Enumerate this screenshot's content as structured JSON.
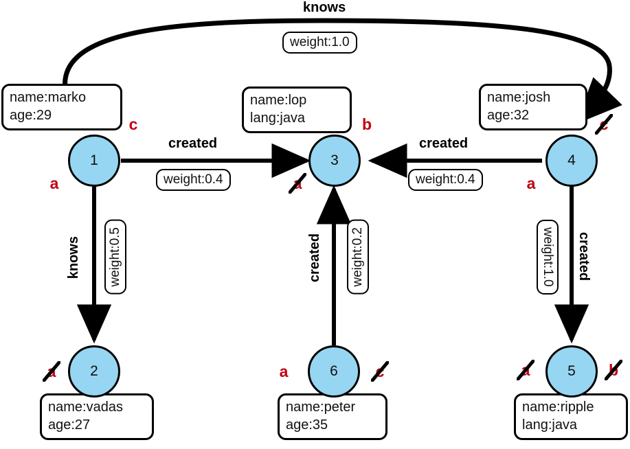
{
  "diagram": {
    "title": "tinkerpop-modern-graph-traversal",
    "colors": {
      "node_fill": "#97d6f2",
      "node_stroke": "#000000",
      "marker_red": "#c20012",
      "box_fill": "#ffffff",
      "edge_stroke": "#000000"
    },
    "vertices": [
      {
        "id": "v1",
        "label": "1",
        "properties": [
          "name:marko",
          "age:29"
        ]
      },
      {
        "id": "v2",
        "label": "2",
        "properties": [
          "name:vadas",
          "age:27"
        ]
      },
      {
        "id": "v3",
        "label": "3",
        "properties": [
          "name:lop",
          "lang:java"
        ]
      },
      {
        "id": "v4",
        "label": "4",
        "properties": [
          "name:josh",
          "age:32"
        ]
      },
      {
        "id": "v5",
        "label": "5",
        "properties": [
          "name:ripple",
          "lang:java"
        ]
      },
      {
        "id": "v6",
        "label": "6",
        "properties": [
          "name:peter",
          "age:35"
        ]
      }
    ],
    "edges": [
      {
        "id": "e_1_4",
        "from": "1",
        "to": "4",
        "label": "knows",
        "weight": "weight:1.0"
      },
      {
        "id": "e_1_2",
        "from": "1",
        "to": "2",
        "label": "knows",
        "weight": "weight:0.5"
      },
      {
        "id": "e_1_3",
        "from": "1",
        "to": "3",
        "label": "created",
        "weight": "weight:0.4"
      },
      {
        "id": "e_4_3",
        "from": "4",
        "to": "3",
        "label": "created",
        "weight": "weight:0.4"
      },
      {
        "id": "e_6_3",
        "from": "6",
        "to": "3",
        "label": "created",
        "weight": "weight:0.2"
      },
      {
        "id": "e_4_5",
        "from": "4",
        "to": "5",
        "label": "created",
        "weight": "weight:1.0"
      }
    ],
    "markers": [
      {
        "id": "m1",
        "letter": "c",
        "struck": false,
        "at_vertex": "1",
        "position": "upper-right"
      },
      {
        "id": "m2",
        "letter": "a",
        "struck": false,
        "at_vertex": "1",
        "position": "lower-left"
      },
      {
        "id": "m3",
        "letter": "b",
        "struck": false,
        "at_vertex": "3",
        "position": "upper-right"
      },
      {
        "id": "m4",
        "letter": "a",
        "struck": true,
        "at_vertex": "3",
        "position": "lower-left"
      },
      {
        "id": "m5",
        "letter": "c",
        "struck": true,
        "at_vertex": "4",
        "position": "upper-right"
      },
      {
        "id": "m6",
        "letter": "a",
        "struck": false,
        "at_vertex": "4",
        "position": "lower-left"
      },
      {
        "id": "m7",
        "letter": "a",
        "struck": true,
        "at_vertex": "2",
        "position": "left"
      },
      {
        "id": "m8",
        "letter": "a",
        "struck": false,
        "at_vertex": "6",
        "position": "left"
      },
      {
        "id": "m9",
        "letter": "c",
        "struck": true,
        "at_vertex": "6",
        "position": "right"
      },
      {
        "id": "m10",
        "letter": "a",
        "struck": true,
        "at_vertex": "5",
        "position": "left"
      },
      {
        "id": "m11",
        "letter": "b",
        "struck": true,
        "at_vertex": "5",
        "position": "right"
      }
    ]
  }
}
